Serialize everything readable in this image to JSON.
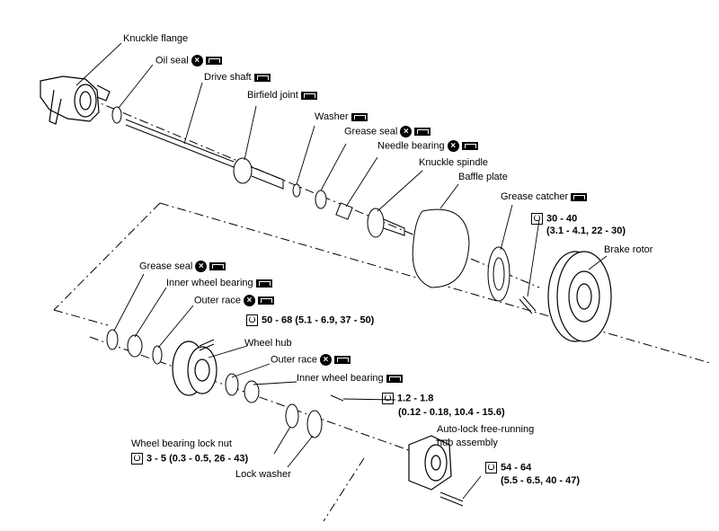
{
  "labels": {
    "knuckle_flange": "Knuckle flange",
    "oil_seal": "Oil seal",
    "drive_shaft": "Drive shaft",
    "birfield_joint": "Birfield joint",
    "washer": "Washer",
    "grease_seal_upper": "Grease seal",
    "needle_bearing": "Needle bearing",
    "knuckle_spindle": "Knuckle spindle",
    "baffle_plate": "Baffle plate",
    "grease_catcher": "Grease catcher",
    "brake_rotor": "Brake rotor",
    "grease_seal_lower": "Grease seal",
    "inner_wheel_bearing_a": "Inner wheel bearing",
    "outer_race_a": "Outer race",
    "wheel_hub": "Wheel hub",
    "outer_race_b": "Outer race",
    "inner_wheel_bearing_b": "Inner wheel bearing",
    "auto_lock_1": "Auto-lock free-running",
    "auto_lock_2": "hub assembly",
    "wheel_bearing_lock_nut": "Wheel bearing lock nut",
    "lock_washer": "Lock washer"
  },
  "torques": {
    "catcher_1": "30 - 40",
    "catcher_2": "(3.1 - 4.1, 22 - 30)",
    "hub_bolt": "50 - 68 (5.1 - 6.9, 37 - 50)",
    "bleeder_1": "1.2 - 1.8",
    "bleeder_2": "(0.12 - 0.18, 10.4 - 15.6)",
    "lock_nut": "3 - 5 (0.3 - 0.5, 26 - 43)",
    "hub_assy_1": "54 - 64",
    "hub_assy_2": "(5.5 - 6.5, 40 - 47)"
  },
  "icons": {
    "replace": "replace-x-icon",
    "grease": "grease-icon",
    "torque": "torque-wrench-icon"
  }
}
